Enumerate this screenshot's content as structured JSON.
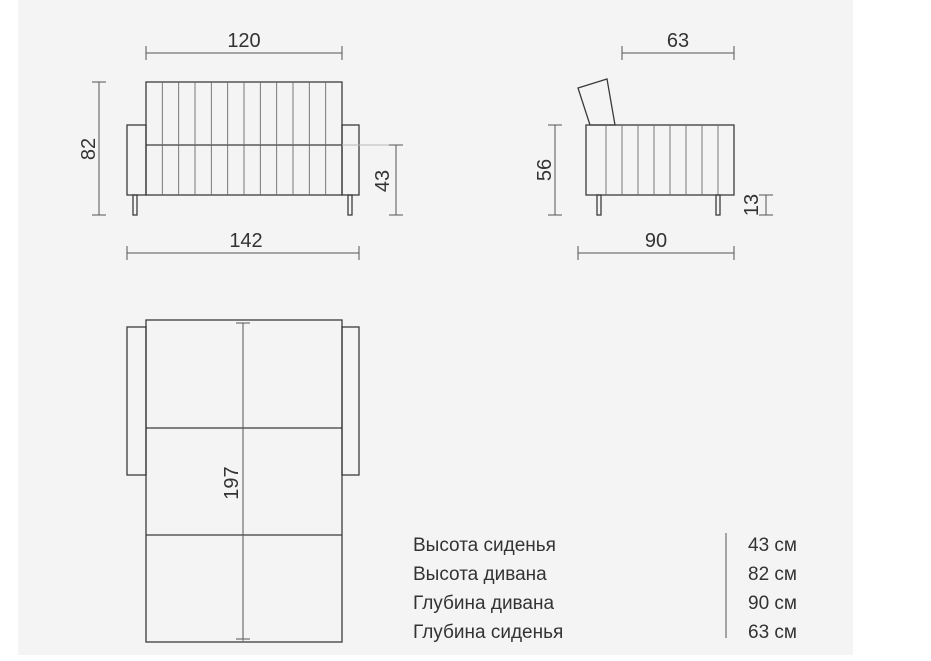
{
  "dimensions": {
    "front_top_width": "120",
    "front_overall_width": "142",
    "front_height": "82",
    "front_seat_height": "43",
    "side_seat_depth": "63",
    "side_seat_height": "56",
    "side_depth": "90",
    "side_leg_height": "13",
    "bed_length": "197"
  },
  "specs": [
    {
      "label": "Высота сиденья",
      "value": "43 см"
    },
    {
      "label": "Высота дивана",
      "value": "82 см"
    },
    {
      "label": "Глубина дивана",
      "value": "90 см"
    },
    {
      "label": "Глубина сиденья",
      "value": "63 см"
    }
  ]
}
